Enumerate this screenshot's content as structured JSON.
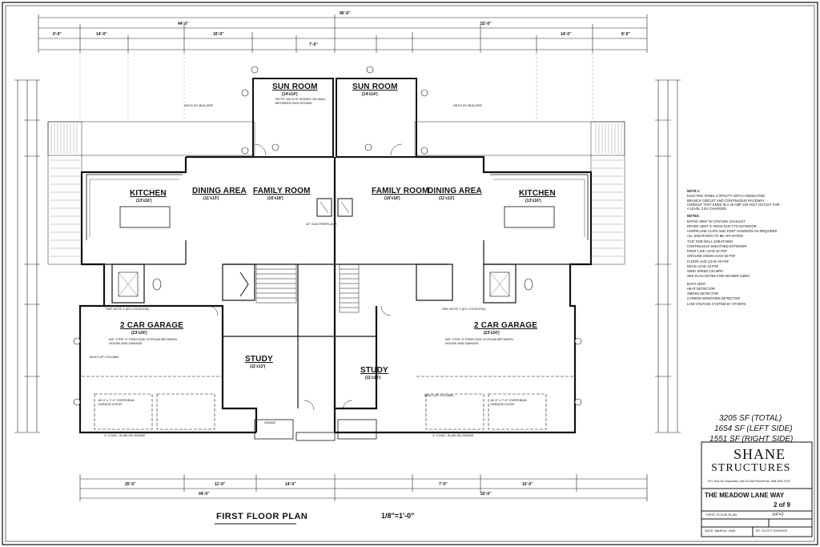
{
  "plan": {
    "title": "FIRST FLOOR PLAN",
    "scale": "1/8\"=1'-0\"",
    "rooms_left": {
      "sun_room": "SUN ROOM",
      "sun_room_dim": "(14'x14')",
      "kitchen": "KITCHEN",
      "kitchen_dim": "(13'x16')",
      "dining": "DINING AREA",
      "dining_dim": "(11'x13')",
      "family": "FAMILY ROOM",
      "family_dim": "(16'x18')",
      "garage": "2 CAR GARAGE",
      "garage_dim": "(23'x24')",
      "study": "STUDY",
      "study_dim": "(11'x13')"
    },
    "rooms_right": {
      "sun_room": "SUN ROOM",
      "sun_room_dim": "(14'x14')",
      "kitchen": "KITCHEN",
      "kitchen_dim": "(13'x16')",
      "dining": "DINING AREA",
      "dining_dim": "(11'x13')",
      "family": "FAMILY ROOM",
      "family_dim": "(16'x18')",
      "garage": "2 CAR GARAGE",
      "garage_dim": "(23'x24')",
      "study": "STUDY",
      "study_dim": "(11'x13')"
    },
    "annotations": {
      "sun_note": "NOTE: 5/8 GYP. BOARD ON WALL BETWEEN SUN ROOMS",
      "fireplace": "42\" GAS FIREPLACE",
      "garage_sep": "5/8\" TYPE 'X' FIRECODE GYPSUM BETWEEN HOUSE AND GARAGE",
      "garage_note": "SEE NOTE 1 (EV LOCATION)",
      "column": "BUILT-UP COLUMN",
      "garage_door": "16'-0\" x 7'-0\" OVERHEAD GARAGE DOOR",
      "slab": "4\" CONC. SLAB ON GRADE",
      "grade": "GRADE",
      "deck": "DECK BY BUILDER"
    },
    "dims_top": [
      "96'-0\"",
      "44'-0\"",
      "52'-0\"",
      "14'-0\"",
      "16'-0\"",
      "14'-0\"",
      "6'-0\"",
      "7'-0\"",
      "8'-0\""
    ],
    "dims_bottom": [
      "25'-0\"",
      "11'-0\"",
      "14'-0\"",
      "44'-0\"",
      "52'-0\"",
      "7'-0\"",
      "16'-0\""
    ]
  },
  "areas": {
    "total": "3205 SF (TOTAL)",
    "left": "1654 SF (LEFT SIDE)",
    "right": "1551 SF (RIGHT SIDE)"
  },
  "notes": {
    "note1_title": "NOTE 1:",
    "note1": "ELECTRIC PANEL CAPACITY WITH A DEDICATED BRANCH CIRCUIT AND CONTINUOUS RACEWAY CONDUIT THAT ENDS IN A 40 AMP 240 VOLT OUTLET FOR A LEVEL 2 EV CHARGER.",
    "notes_title": "NOTES:",
    "items": [
      "BATHS VENT 50 CFM MIN. EXHAUST",
      "DRYER VENT 4\" RIGID DUCT TO EXTERIOR",
      "HURRICANE CLIPS AND JOIST HANGERS AS REQUIRED",
      "ALL SHEATHING TO BE APA RATED",
      "7/16\" OSB WALL SHEATHING",
      "CONTINUOUS SHEATHED EXTERIOR",
      "ROOF LIVE LOAD 20 PSF",
      "GROUND SNOW LOAD 50 PSF",
      "FLOOR LIVE LOAD 40 PSF",
      "DEAD LOAD 10 PSF",
      "WIND SPEED 120 MPH",
      "SEE PLAN NOTES FOR HEADER SIZES"
    ],
    "legend": [
      "BATH VENT",
      "HEAT DETECTOR",
      "SMOKE DETECTOR",
      "CARBON MONOXIDE DETECTOR",
      "LOW VOLTAGE SYSTEM BY OTHERS"
    ]
  },
  "title_block": {
    "company": "SHANE",
    "company2": "STRUCTURES",
    "address": "P.O. Box 81  Hopkinton, MA 01748  Phone/Fax: 508-435-7129",
    "project": "THE MEADOW LANE WAY",
    "sheet_title": "FIRST FLOOR PLAN",
    "sheet_no": "2 of 9",
    "scale_label": "1/4\"=1'",
    "date": "DATE: MARCH, 2006",
    "by": "BY: SCOTT ROGERS"
  }
}
